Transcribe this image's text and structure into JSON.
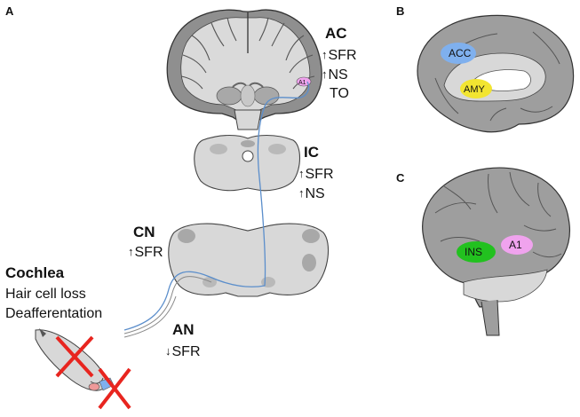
{
  "panels": {
    "a": "A",
    "b": "B",
    "c": "C"
  },
  "ac": {
    "title": "AC",
    "items": [
      "SFR",
      "NS",
      "TO"
    ],
    "up_arrow": "↑"
  },
  "ic": {
    "title": "IC",
    "items": [
      "SFR",
      "NS"
    ],
    "up_arrow": "↑"
  },
  "cn": {
    "title": "CN",
    "items": [
      "SFR"
    ],
    "up_arrow": "↑"
  },
  "an": {
    "title": "AN",
    "items": [
      "SFR"
    ],
    "down_arrow": "↓"
  },
  "cochlea": {
    "title": "Cochlea",
    "lines": [
      "Hair cell loss",
      "Deafferentation"
    ]
  },
  "regions": {
    "a1_small": "A1",
    "acc": "ACC",
    "amy": "AMY",
    "ins": "INS",
    "a1": "A1"
  },
  "colors": {
    "acc": "#7fb0ee",
    "amy": "#f2e531",
    "ins": "#22c11f",
    "a1": "#f0a3ee",
    "tissue": "#d9d9d9",
    "gray_matter": "#9e9e9e",
    "fiber": "#5b8ecb",
    "cross": "#e8251f"
  }
}
